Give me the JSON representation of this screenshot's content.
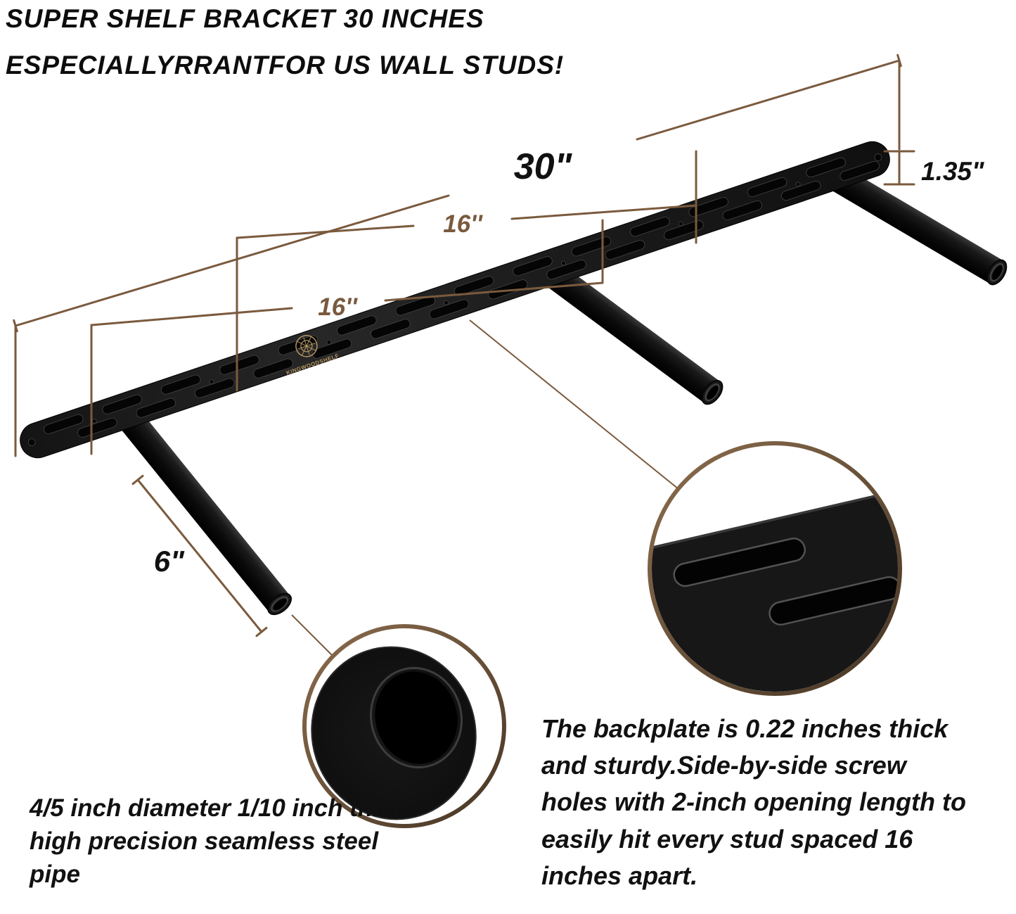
{
  "title": {
    "line1": "SUPER SHELF BRACKET 30 INCHES",
    "line2": "ESPECIALLYRRANTFOR US WALL STUDS!"
  },
  "dimensions": {
    "overall_length": "30\"",
    "spacing_upper": "16''",
    "spacing_lower": "16''",
    "plate_height": "1.35\"",
    "rod_length": "6\""
  },
  "notes": {
    "pipe": "4/5 inch diameter 1/10 inch thick high precision seamless steel pipe",
    "backplate": "The backplate is 0.22 inches thick and sturdy.Side-by-side screw holes with 2-inch opening length to easily hit every stud spaced 16 inches apart."
  },
  "logo": {
    "brand": "KINGWOODSHELF"
  },
  "colors": {
    "dimension_line": "#7a5a3d",
    "text": "#111111",
    "bracket": "#1b1b1b",
    "background": "#ffffff",
    "callout_ring": "#6b5138",
    "logo_gold": "#b49562"
  }
}
